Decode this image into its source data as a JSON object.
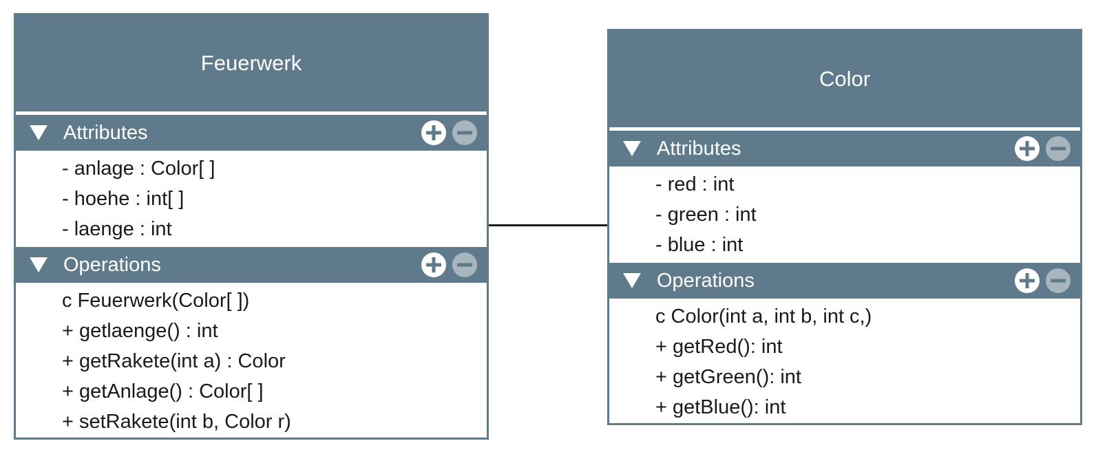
{
  "connector": {
    "style": "solid-line"
  },
  "classes": [
    {
      "name": "Feuerwerk",
      "sections": [
        {
          "title": "Attributes",
          "members": [
            "- anlage : Color[ ]",
            "- hoehe : int[ ]",
            "- laenge : int"
          ]
        },
        {
          "title": "Operations",
          "members": [
            "c Feuerwerk(Color[ ])",
            "+ getlaenge() : int",
            "+ getRakete(int a) : Color",
            "+ getAnlage() : Color[ ]",
            "+ setRakete(int b, Color r)"
          ]
        }
      ]
    },
    {
      "name": "Color",
      "sections": [
        {
          "title": "Attributes",
          "members": [
            "- red : int",
            "- green : int",
            "- blue : int"
          ]
        },
        {
          "title": "Operations",
          "members": [
            "c Color(int a, int b, int c,)",
            "+ getRed(): int",
            "+ getGreen(): int",
            "+ getBlue(): int"
          ]
        }
      ]
    }
  ],
  "icons": {
    "collapse": "triangle-down-icon",
    "add": "plus-circle-icon",
    "remove": "minus-circle-icon"
  },
  "colors": {
    "header_bg": "#5f7a8b",
    "header_text": "#ffffff",
    "remove_button_bg": "#a7b5be",
    "line": "#1a1a1a"
  }
}
